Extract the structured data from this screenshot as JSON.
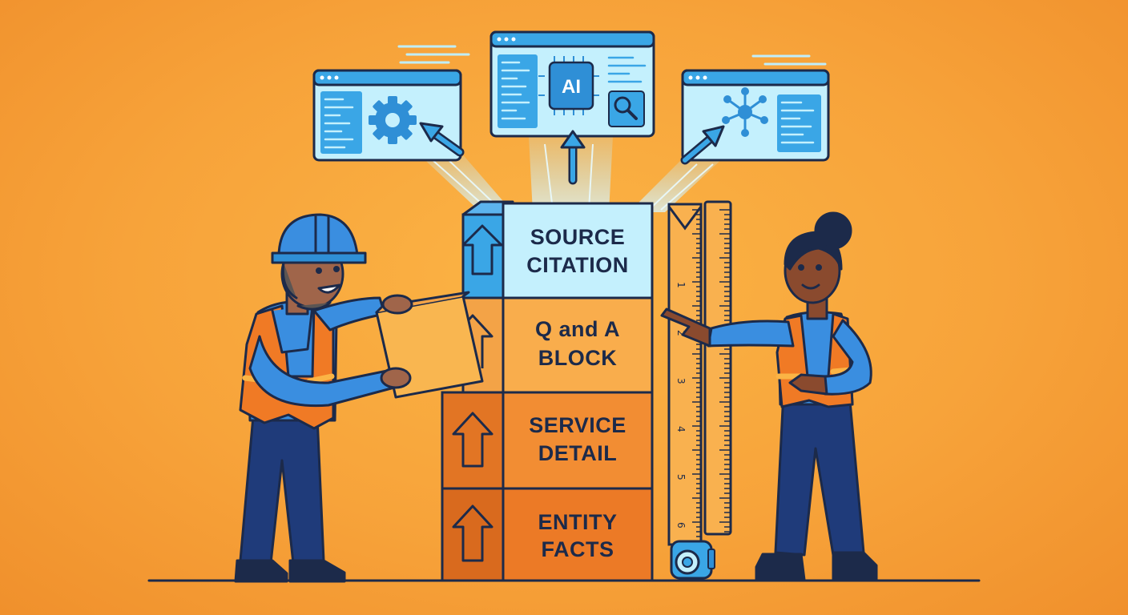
{
  "blocks": {
    "top": {
      "line1": "SOURCE",
      "line2": "CITATION"
    },
    "second": {
      "line1": "Q and A",
      "line2": "BLOCK"
    },
    "third": {
      "line1": "SERVICE",
      "line2": "DETAIL"
    },
    "bottom": {
      "line1": "ENTITY",
      "line2": "FACTS"
    }
  },
  "ai_window": {
    "badge": "AI"
  },
  "ruler": {
    "marks": [
      "1",
      "2",
      "3",
      "4",
      "5",
      "6"
    ]
  },
  "colors": {
    "background": "#f7a33a",
    "outline": "#1c2a4a",
    "screen_blue": "#bfeefc",
    "accent_blue": "#3aa6e6",
    "vest_orange": "#f07a25"
  },
  "icons": [
    "gear-icon",
    "ai-chip-icon",
    "magnifier-icon",
    "network-icon",
    "arrow-up-icon"
  ]
}
